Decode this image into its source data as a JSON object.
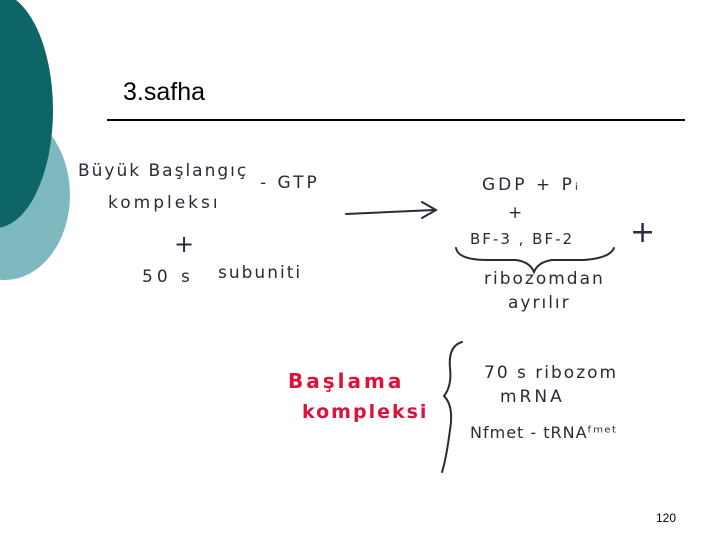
{
  "slide": {
    "title": "3.safha",
    "page_number": "120"
  },
  "notes": {
    "reactant_line1": "Büyük Başlangıç",
    "reactant_gtp": "- GTP",
    "reactant_line2": "kompleksı",
    "plus": "+",
    "subunit_50s": "50 s",
    "subunit_word": "subuniti",
    "product_gdp": "GDP + Pᵢ",
    "product_factors": "BF-3 , BF-2",
    "plus_right": "+",
    "released_line1": "ribozomdan",
    "released_line2": "ayrılır",
    "complex_line1": "Başlama",
    "complex_line2": "kompleksi",
    "component_1": "70 s  ribozom",
    "component_2": "mRNA",
    "component_3": "Nfmet - tRNAᶠᵐᵉᵗ"
  },
  "colors": {
    "teal_dark": "#0e6566",
    "teal_light": "#7fb9c0",
    "ink": "#2a2a3a",
    "red_ink": "#e0103a"
  }
}
